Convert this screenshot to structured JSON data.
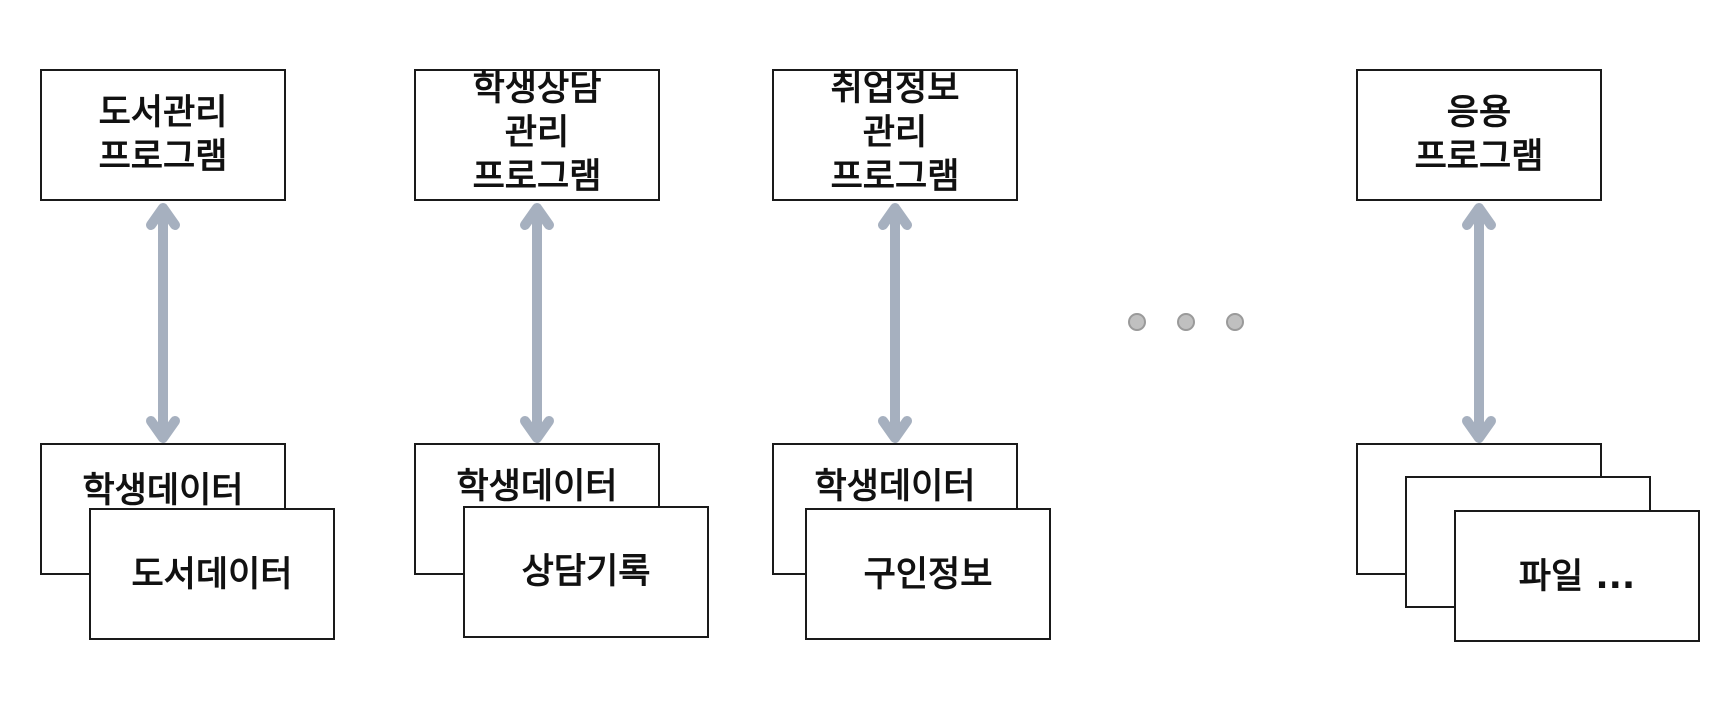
{
  "colors": {
    "box_stroke": "#1a1a1a",
    "box_fill": "#ffffff",
    "arrow": "#a6b0bf",
    "dot_fill": "#c0c0c0",
    "dot_stroke": "#9a9a9a",
    "text": "#111111"
  },
  "columns": [
    {
      "program": [
        "도서관리",
        "프로그램"
      ],
      "files": [
        {
          "label": "학생데이터"
        },
        {
          "label": "도서데이터"
        }
      ]
    },
    {
      "program": [
        "학생상담",
        "관리",
        "프로그램"
      ],
      "files": [
        {
          "label": "학생데이터"
        },
        {
          "label": "상담기록"
        }
      ]
    },
    {
      "program": [
        "취업정보",
        "관리",
        "프로그램"
      ],
      "files": [
        {
          "label": "학생데이터"
        },
        {
          "label": "구인정보"
        }
      ]
    },
    {
      "program": [
        "응용",
        "프로그램"
      ],
      "files": [
        {
          "label": ""
        },
        {
          "label": ""
        },
        {
          "label": "파일 ..."
        }
      ]
    }
  ],
  "ellipsis_dots": 3
}
